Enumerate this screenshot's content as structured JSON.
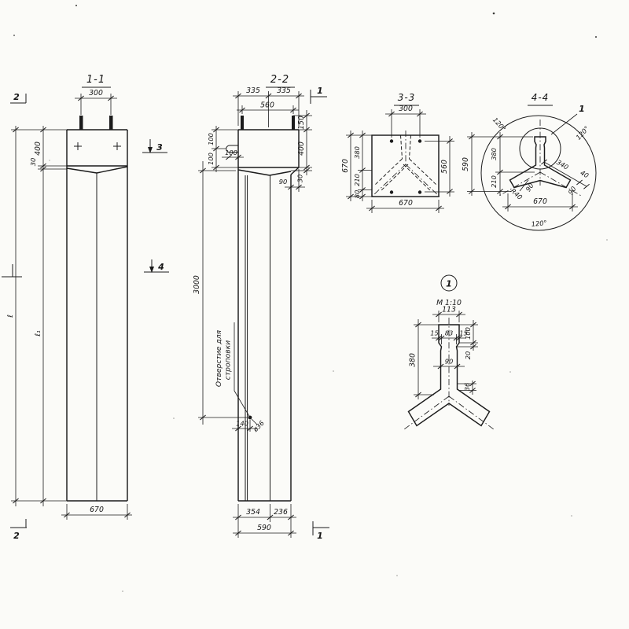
{
  "drawing": {
    "views": {
      "v11": {
        "title": "1-1",
        "dim_300": "300",
        "dim_400": "400",
        "dim_30": "30",
        "dim_len": "ℓ",
        "dim_len1": "ℓ₁",
        "dim_670": "670"
      },
      "v22": {
        "title": "2-2",
        "dim_335a": "335",
        "dim_335b": "335",
        "dim_560": "560",
        "dim_150": "150",
        "dim_400": "400",
        "dim_30": "30",
        "dim_90": "90",
        "dim_100a": "100",
        "dim_100b": "100",
        "dim_100c": "100",
        "dim_3000": "3000",
        "dim_140": "140",
        "dim_hole": "ø36",
        "note_line1": "Отверстие для",
        "note_line2": "строповки",
        "dim_354": "354",
        "dim_236": "236",
        "dim_590": "590"
      },
      "s33": {
        "title": "3-3",
        "dim_300": "300",
        "dim_670_left": "670",
        "dim_380": "380",
        "dim_210": "210",
        "dim_80": "80",
        "dim_560": "560",
        "dim_670_bottom": "670"
      },
      "s44": {
        "title": "4-4",
        "angle_a": "120°",
        "angle_b": "120°",
        "angle_c": "120°",
        "callout_1": "1",
        "dim_590": "590",
        "dim_380": "380",
        "dim_210": "210",
        "dim_340": "340",
        "dim_40": "40",
        "dim_90_stem": "90",
        "dim_90_arm": "90",
        "dim_r40": "R40",
        "dim_670": "670"
      },
      "detail": {
        "mark": "1",
        "scale": "М 1:10",
        "dim_113": "113",
        "dim_15a": "15",
        "dim_83": "83",
        "dim_15b": "15",
        "dim_100": "100",
        "dim_20": "20",
        "dim_380": "380",
        "dim_90": "90",
        "dim_36": "36"
      }
    },
    "section_marks": {
      "m2_top": "2",
      "m2_bottom": "2",
      "m3": "3",
      "m4": "4",
      "m1_top": "1",
      "m1_bottom": "1"
    },
    "ink_color": "#1b1b1b",
    "paper_color": "#fbfbf8"
  }
}
